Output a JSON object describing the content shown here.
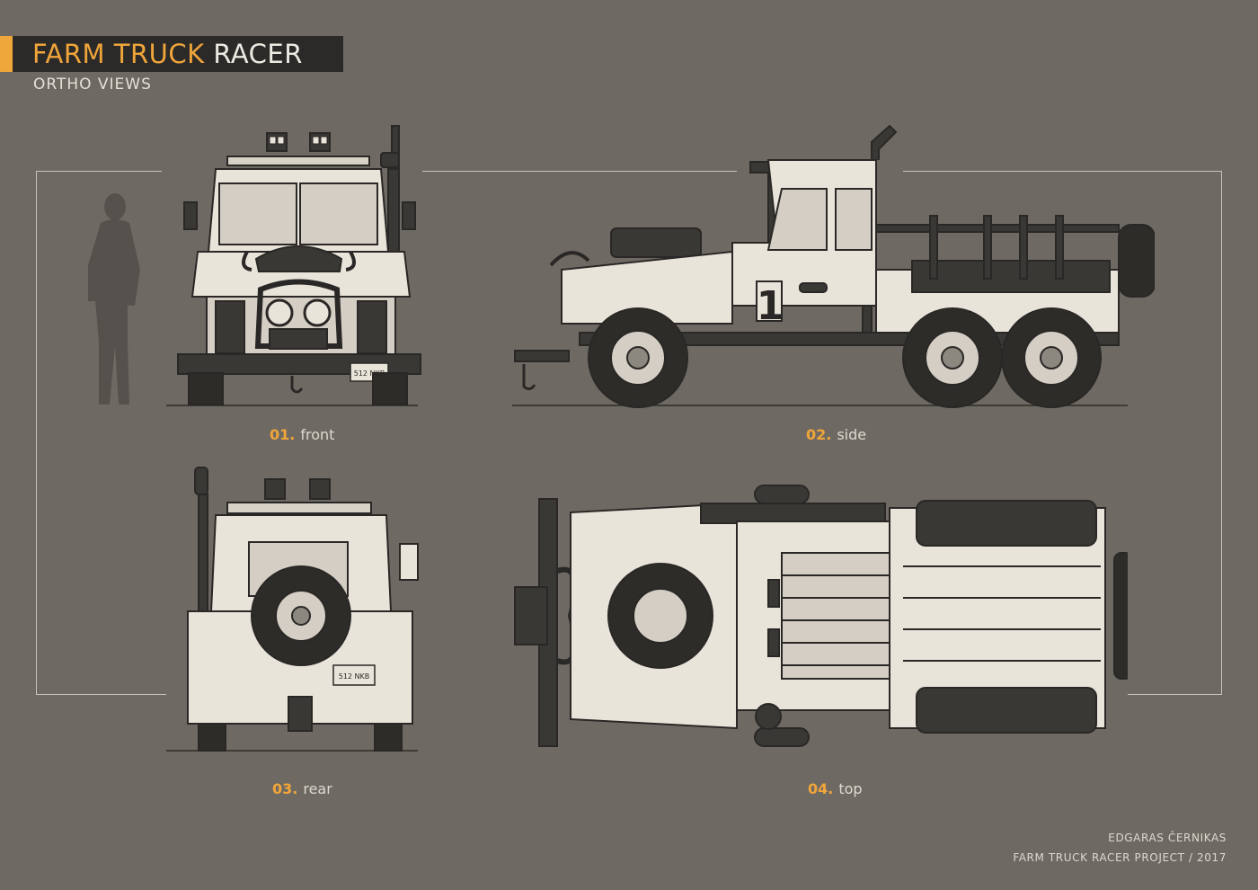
{
  "title": {
    "part1": "FARM TRUCK",
    "part2": "RACER"
  },
  "subtitle": "ORTHO VIEWS",
  "views": [
    {
      "number": "01.",
      "label": "front"
    },
    {
      "number": "02.",
      "label": "side"
    },
    {
      "number": "03.",
      "label": "rear"
    },
    {
      "number": "04.",
      "label": "top"
    }
  ],
  "plate_text": "512 NKB",
  "side_number": "1",
  "credits": {
    "author": "EDGARAS ČERNIKAS",
    "project": "FARM TRUCK RACER PROJECT / 2017"
  },
  "colors": {
    "background": "#6e6a63",
    "accent": "#f0a53a",
    "title_bar": "#2b2a28",
    "body_paint": "#e9e4da",
    "outline": "#2a2826"
  }
}
